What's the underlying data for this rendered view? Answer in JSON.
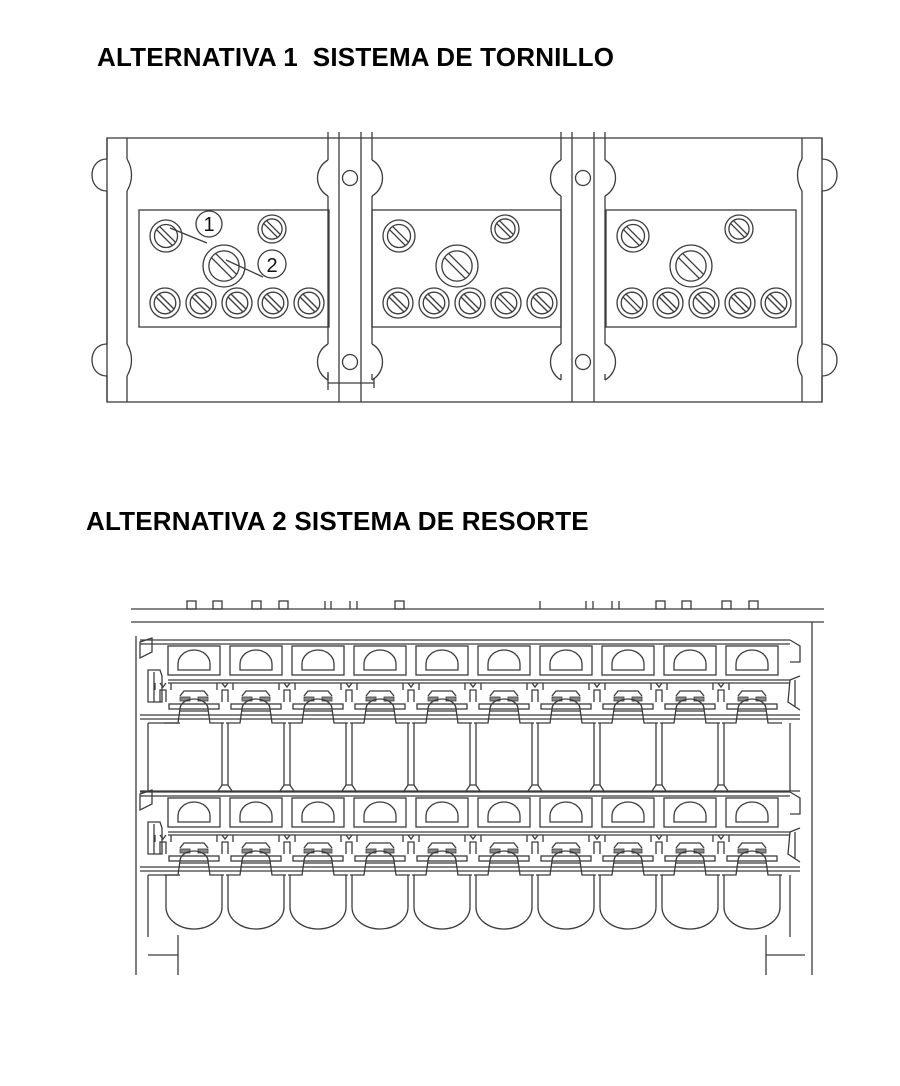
{
  "diagram": {
    "alternative_1": {
      "title": "ALTERNATIVA 1  SISTEMA DE TORNILLO",
      "module_count": 3,
      "screws_per_module": {
        "large_top_left": 1,
        "small_top_right": 1,
        "center_large": 1,
        "bottom_row": 5
      },
      "callouts": [
        {
          "label": "1",
          "points_to": "top-left screw"
        },
        {
          "label": "2",
          "points_to": "center screw"
        }
      ]
    },
    "alternative_2": {
      "title": "ALTERNATIVA 2 SISTEMA DE RESORTE",
      "terminal_rows": 2,
      "terminals_per_row": 10
    }
  },
  "colors": {
    "line": "#3c3c3c",
    "text": "#000000",
    "background": "#ffffff"
  }
}
